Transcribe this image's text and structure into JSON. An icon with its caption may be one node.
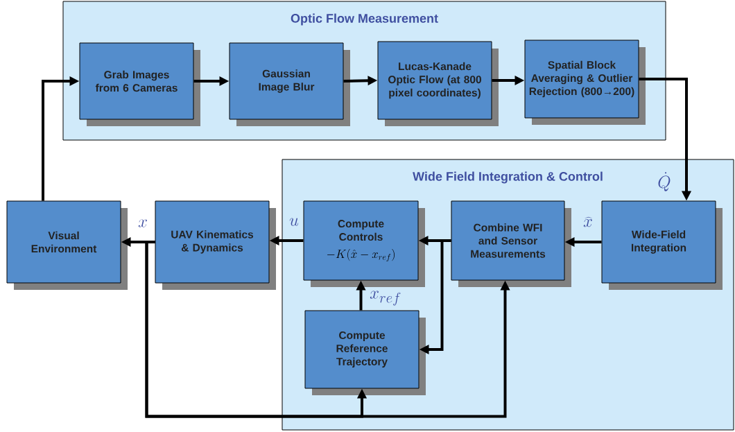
{
  "diagram": {
    "nodes": [
      {
        "text": [
          "Optic Flow Measurement"
        ]
      },
      {
        "text": [
          "Grab Images from 6 Cameras"
        ],
        "in": 0
      },
      {
        "text": [
          "Gaussian Image Blur"
        ],
        "in": 0
      },
      {
        "text": [
          "Lucas-Kanade Optic Flow (at 800 pixel coordinates)"
        ],
        "in": 0
      },
      {
        "text": [
          "Spatial Block Averaging & Outlier Rejection (800→200)"
        ],
        "in": 0
      },
      {
        "text": [
          "Wide Field Integration & Control"
        ]
      },
      {
        "text": [
          "Visual Environment"
        ]
      },
      {
        "text": [
          "UAV Kinematics & Dynamics"
        ]
      },
      {
        "text": [
          "Compute Controls",
          "-K(\\hat{x} - x_{ref})"
        ],
        "in": 5
      },
      {
        "text": [
          "Combine WFI and Sensor Measurements"
        ],
        "in": 5
      },
      {
        "text": [
          "Wide-Field Integration"
        ],
        "in": 5
      },
      {
        "text": [
          "Compute Reference Trajectory"
        ],
        "in": 5
      }
    ],
    "edges": [
      {
        "from": 1,
        "to": 2,
        "arrow": "to"
      },
      {
        "from": 2,
        "to": 3,
        "arrow": "to"
      },
      {
        "from": 3,
        "to": 4,
        "arrow": "to"
      },
      {
        "from": 4,
        "to": 10,
        "arrow": "to",
        "label": "\\dot{Q}"
      },
      {
        "from": 10,
        "to": 9,
        "arrow": "to",
        "label": "\\widehat{x}"
      },
      {
        "from": 9,
        "to": 8,
        "arrow": "to"
      },
      {
        "from": 9,
        "to": 11,
        "arrow": "to"
      },
      {
        "from": 11,
        "to": 8,
        "arrow": "to",
        "label": "x_{ref}"
      },
      {
        "from": 8,
        "to": 7,
        "arrow": "to",
        "label": "u"
      },
      {
        "from": 7,
        "to": 6,
        "arrow": "to",
        "label": "x"
      },
      {
        "from": 7,
        "to": 11,
        "arrow": "to"
      },
      {
        "from": 7,
        "to": 9,
        "arrow": "to"
      },
      {
        "from": 6,
        "to": 1,
        "arrow": "to"
      }
    ]
  }
}
